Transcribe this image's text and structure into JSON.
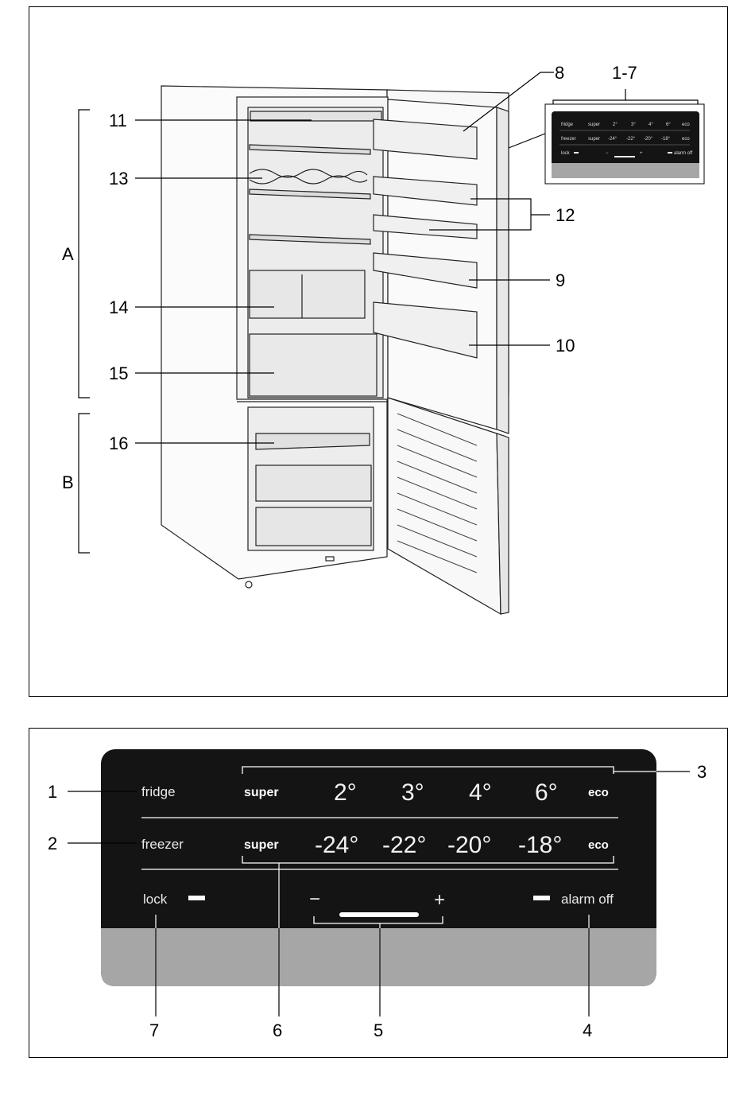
{
  "fridge_diagram": {
    "callouts": {
      "c11": "11",
      "c13": "13",
      "c14": "14",
      "c15": "15",
      "c16": "16",
      "c8": "8",
      "c1_7": "1-7",
      "c12": "12",
      "c9": "9",
      "c10": "10",
      "zone_a": "A",
      "zone_b": "B"
    },
    "mini_panel": {
      "fridge_label": "fridge",
      "freezer_label": "freezer",
      "lock_label": "lock",
      "super_label": "super",
      "eco_label": "eco",
      "alarm_label": "alarm off",
      "minus": "−",
      "plus": "+",
      "fridge_temps": [
        "2°",
        "3°",
        "4°",
        "6°"
      ],
      "freezer_temps": [
        "-24°",
        "-22°",
        "-20°",
        "-18°"
      ]
    }
  },
  "control_panel": {
    "fridge_label": "fridge",
    "freezer_label": "freezer",
    "fridge_super": "super",
    "freezer_super": "super",
    "fridge_eco": "eco",
    "freezer_eco": "eco",
    "fridge_temps": [
      "2°",
      "3°",
      "4°",
      "6°"
    ],
    "freezer_temps": [
      "-24°",
      "-22°",
      "-20°",
      "-18°"
    ],
    "lock_label": "lock",
    "minus": "−",
    "plus": "+",
    "alarm_label": "alarm off",
    "callouts": {
      "c1": "1",
      "c2": "2",
      "c3": "3",
      "c4": "4",
      "c5": "5",
      "c6": "6",
      "c7": "7"
    },
    "colors": {
      "panel_black": "#141414",
      "panel_grey": "#a6a6a6",
      "text": "#e9e9e9"
    }
  }
}
